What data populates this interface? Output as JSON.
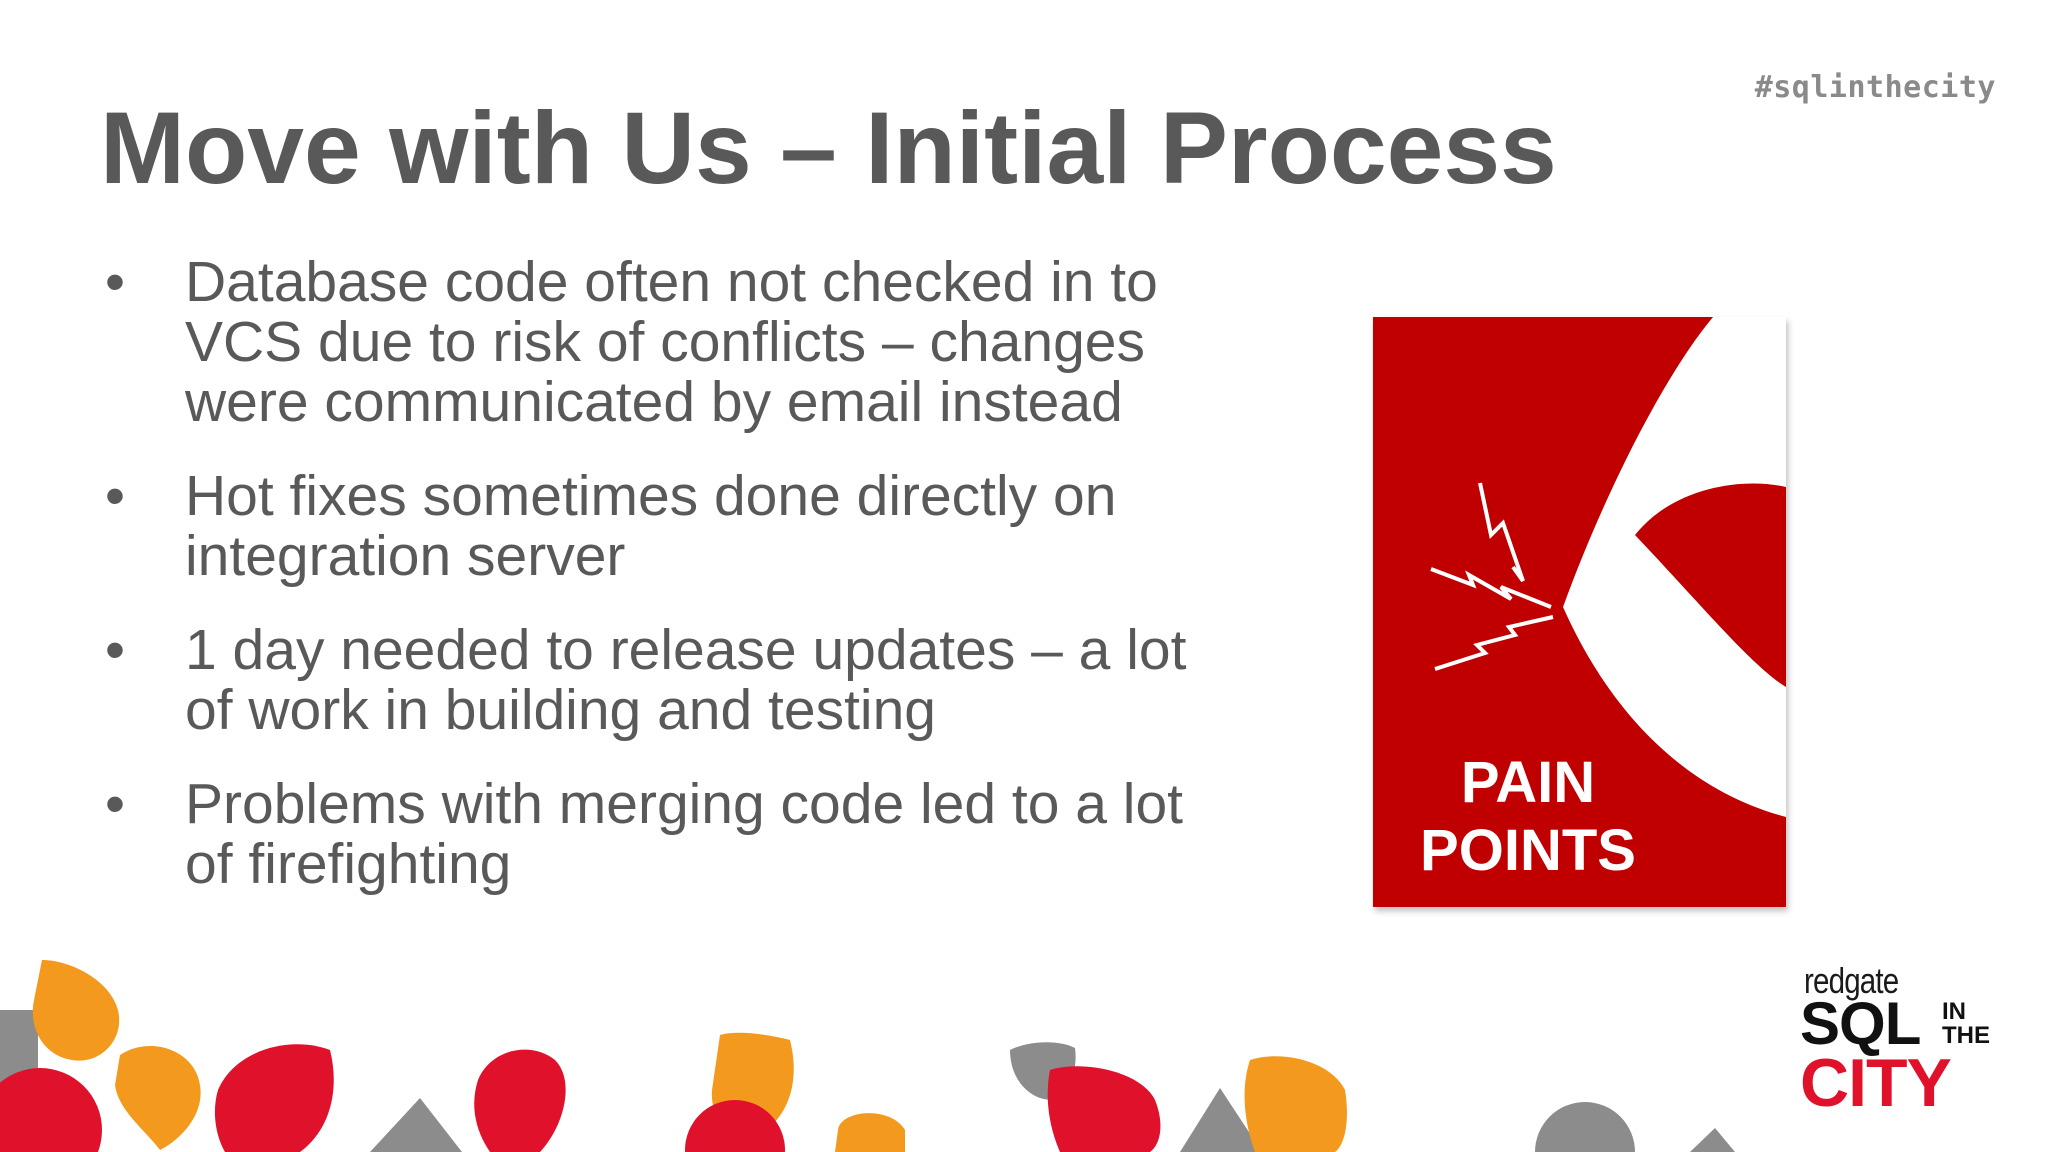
{
  "hashtag": "#sqlinthecity",
  "title": "Move with Us – Initial Process",
  "bullet_symbol": "•",
  "bullets": [
    "Database code often not checked in to VCS due to risk of conflicts – changes were communicated by email instead",
    "Hot fixes sometimes done directly on integration server",
    "1 day needed to release updates – a lot of work in building and testing",
    "Problems with merging code led to a lot of firefighting"
  ],
  "pain_card": {
    "line1": "PAIN",
    "line2": "POINTS",
    "color": "#c00000"
  },
  "logo": {
    "brand": "redgate",
    "sql": "SQL",
    "in": "IN",
    "the": "THE",
    "city": "CITY",
    "city_color": "#e0112b"
  },
  "colors": {
    "text": "#595959",
    "accent_red": "#e0112b",
    "accent_orange": "#f39a1e",
    "accent_gray": "#8c8c8c"
  }
}
